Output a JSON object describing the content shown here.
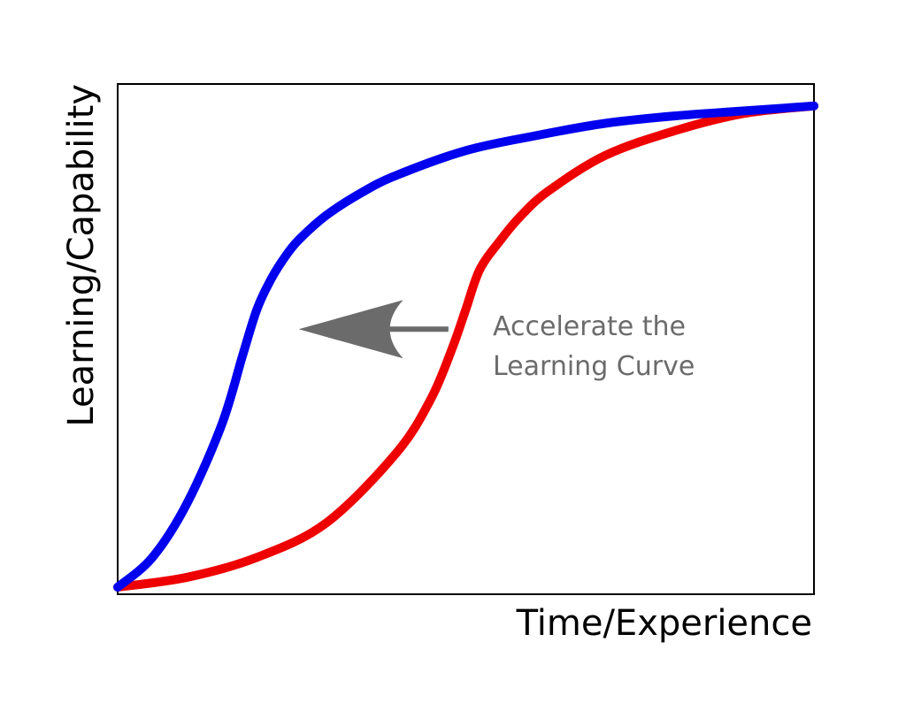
{
  "chart_data": {
    "type": "line",
    "title": "",
    "xlabel": "Time/Experience",
    "ylabel": "Learning/Capability",
    "xlim": [
      0,
      1
    ],
    "ylim": [
      0,
      1
    ],
    "grid": false,
    "ticks": false,
    "series": [
      {
        "color": "#0000ee",
        "x": [
          0.0,
          0.05,
          0.1,
          0.15,
          0.18,
          0.2,
          0.22,
          0.24,
          0.26,
          0.3,
          0.35,
          0.4,
          0.5,
          0.6,
          0.7,
          0.8,
          0.9,
          1.0
        ],
        "y": [
          0.0,
          0.06,
          0.17,
          0.33,
          0.47,
          0.56,
          0.62,
          0.665,
          0.7,
          0.75,
          0.795,
          0.83,
          0.88,
          0.91,
          0.935,
          0.95,
          0.96,
          0.97
        ]
      },
      {
        "color": "#ee0000",
        "x": [
          0.0,
          0.1,
          0.2,
          0.3,
          0.4,
          0.45,
          0.48,
          0.5,
          0.52,
          0.55,
          0.58,
          0.62,
          0.7,
          0.8,
          0.9,
          1.0
        ],
        "y": [
          0.0,
          0.02,
          0.06,
          0.13,
          0.27,
          0.38,
          0.48,
          0.56,
          0.64,
          0.7,
          0.75,
          0.8,
          0.87,
          0.92,
          0.955,
          0.97
        ]
      }
    ],
    "annotation": {
      "lines": [
        "Accelerate the",
        "Learning Curve"
      ],
      "color": "#6b6b6b",
      "arrow_from": [
        0.475,
        0.52
      ],
      "arrow_to": [
        0.26,
        0.52
      ]
    }
  }
}
